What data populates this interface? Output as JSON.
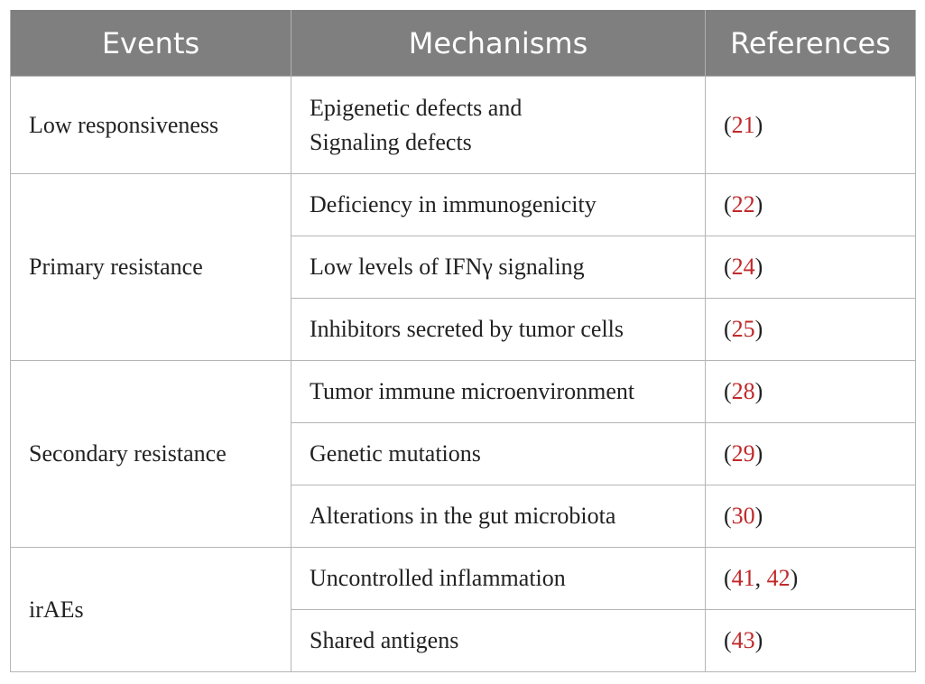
{
  "table": {
    "headers": [
      "Events",
      "Mechanisms",
      "References"
    ],
    "groups": [
      {
        "event": "Low responsiveness",
        "rows": [
          {
            "mechanism_lines": [
              "Epigenetic defects and",
              "Signaling defects"
            ],
            "refs": [
              "21"
            ]
          }
        ]
      },
      {
        "event": "Primary resistance",
        "rows": [
          {
            "mechanism": "Deficiency in immunogenicity",
            "refs": [
              "22"
            ]
          },
          {
            "mechanism": "Low levels of IFNγ signaling",
            "refs": [
              "24"
            ]
          },
          {
            "mechanism": "Inhibitors secreted by tumor cells",
            "refs": [
              "25"
            ]
          }
        ]
      },
      {
        "event": "Secondary resistance",
        "rows": [
          {
            "mechanism": "Tumor immune microenvironment",
            "refs": [
              "28"
            ]
          },
          {
            "mechanism": "Genetic mutations",
            "refs": [
              "29"
            ]
          },
          {
            "mechanism": "Alterations in the gut microbiota",
            "refs": [
              "30"
            ]
          }
        ]
      },
      {
        "event": "irAEs",
        "rows": [
          {
            "mechanism": "Uncontrolled inflammation",
            "refs": [
              "41",
              "42"
            ]
          },
          {
            "mechanism": "Shared antigens",
            "refs": [
              "43"
            ]
          }
        ]
      }
    ],
    "colors": {
      "header_bg": "#7f7f7f",
      "header_text": "#ffffff",
      "grid": "#b5b5b5",
      "ref_link": "#c0292a"
    }
  }
}
